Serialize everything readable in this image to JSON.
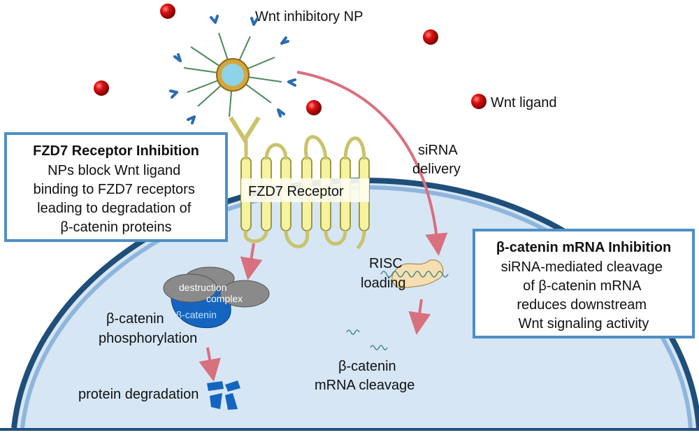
{
  "labels": {
    "nanoparticle": "Wnt inhibitory NP",
    "wnt_ligand": "Wnt ligand",
    "sirna_line1": "siRNA",
    "sirna_line2": "delivery",
    "receptor": "FZD7 Receptor",
    "risc_line1": "RISC",
    "risc_line2": "loading",
    "destruction": "destruction",
    "complex": "complex",
    "beta_catenin_protein": "β-catenin",
    "phos_line1": "β-catenin",
    "phos_line2": "phosphorylation",
    "degradation": "protein degradation",
    "cleavage_line1": "β-catenin",
    "cleavage_line2": "mRNA cleavage"
  },
  "left_box": {
    "title": "FZD7 Receptor Inhibition",
    "lines": [
      "NPs block Wnt ligand",
      "binding to FZD7 receptors",
      "leading to degradation of",
      "β-catenin proteins"
    ]
  },
  "right_box": {
    "title": "β-catenin mRNA Inhibition",
    "lines": [
      "siRNA-mediated cleavage",
      "of β-catenin mRNA",
      "reduces downstream",
      "Wnt signaling activity"
    ]
  },
  "colors": {
    "cell_fill": "#d6e6f5",
    "membrane": "#1f4e79",
    "box_border": "#4f8fc4",
    "arrow": "#d9707e",
    "ligand": "#d40f0f",
    "receptor": "#f7f2a0",
    "beta_catenin": "#1565c0"
  }
}
